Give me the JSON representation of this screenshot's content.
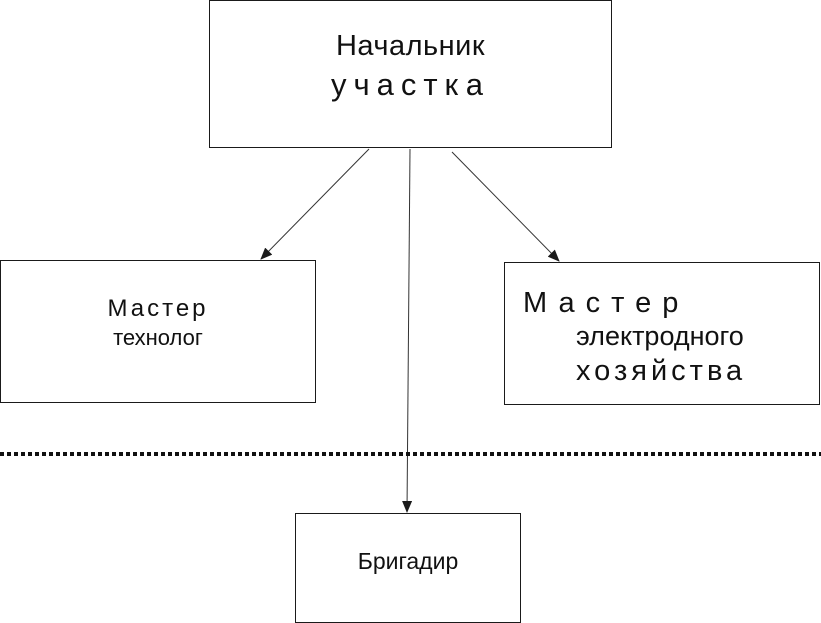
{
  "diagram": {
    "nodes": {
      "chief": {
        "line1": "Начальник",
        "line2": "участка"
      },
      "tech": {
        "line1": "Мастер",
        "line2": "технолог"
      },
      "elec": {
        "line1": "Мастер",
        "line2": "электродного",
        "line3": "хозяйства"
      },
      "foreman": {
        "line1": "Бригадир"
      }
    },
    "edges": [
      {
        "from": "chief",
        "to": "tech"
      },
      {
        "from": "chief",
        "to": "elec"
      },
      {
        "from": "chief",
        "to": "foreman"
      }
    ],
    "separator": {
      "style": "dotted"
    }
  }
}
